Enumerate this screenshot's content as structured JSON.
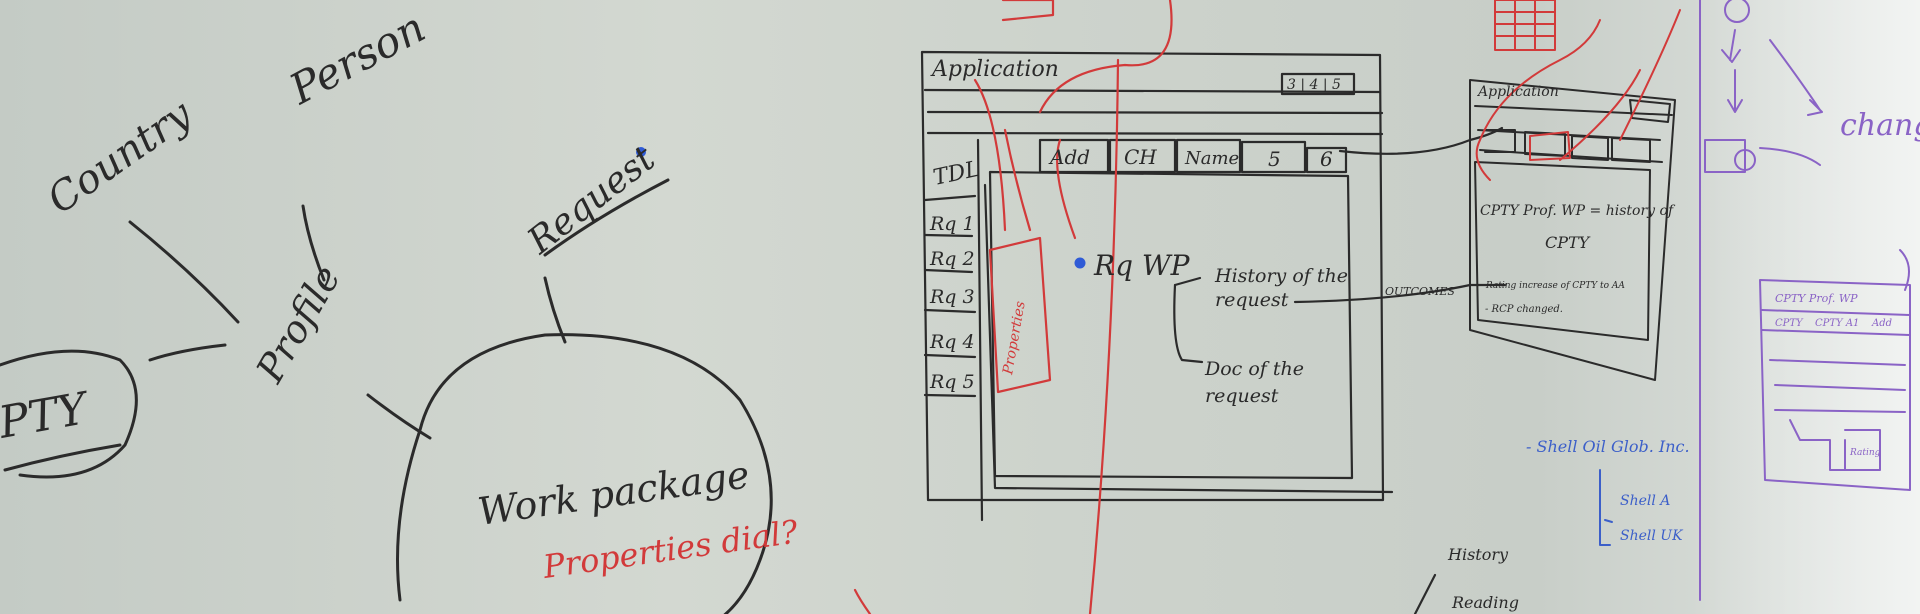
{
  "mindmap": {
    "country": "Country",
    "person": "Person",
    "profile": "Profile",
    "request": "Request",
    "pty": "PTY",
    "work_package": "Work package",
    "properties_dial": "Properties dial?"
  },
  "wireframe": {
    "window_title": "Application",
    "title_button": "3 | 4 | 5",
    "tabs": [
      "Add",
      "CH",
      "Name",
      "5",
      "6"
    ],
    "todo_label": "TDL",
    "side_items": [
      "Rq 1",
      "Rq 2",
      "Rq 3",
      "Rq 4",
      "Rq 5"
    ],
    "red_panel": "Properties",
    "rq_wp": "Rq WP",
    "history": "History of the request",
    "doc": "Doc of the request",
    "outcomes": "OUTCOMES"
  },
  "right_sketch": {
    "window_title": "Application",
    "note_line1": "CPTY Prof. WP = history of",
    "note_line2": "CPTY",
    "note_line3": "- Rating increase of CPTY to AA",
    "note_line4": "- RCP changed."
  },
  "bottom_notes": {
    "history": "History",
    "reading": "Reading",
    "shell_line": "- Shell Oil Glob. Inc.",
    "shell_a": "Shell A",
    "shell_b": "Shell UK"
  },
  "far_right": {
    "change": "change",
    "mini_title": "CPTY Prof. WP",
    "mini_tabs": [
      "CPTY",
      "CPTY A1",
      "Add"
    ],
    "mini_box": "Rating"
  }
}
